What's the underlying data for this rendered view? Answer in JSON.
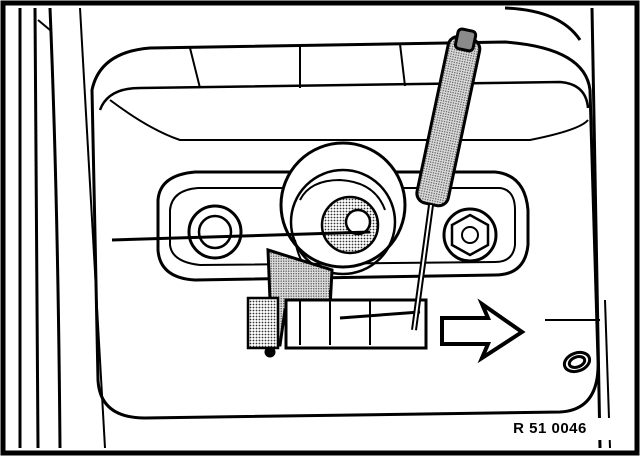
{
  "figure": {
    "reference_code": "R 51 0046",
    "colors": {
      "ink": "#000000",
      "paper": "#ffffff",
      "shade": "#8a8a8a"
    },
    "parts": [
      "outer-frame",
      "door-panel-edge",
      "recessed-housing",
      "lock-mechanism",
      "mounting-bolt",
      "screwdriver",
      "pull-rod",
      "direction-arrow"
    ]
  }
}
